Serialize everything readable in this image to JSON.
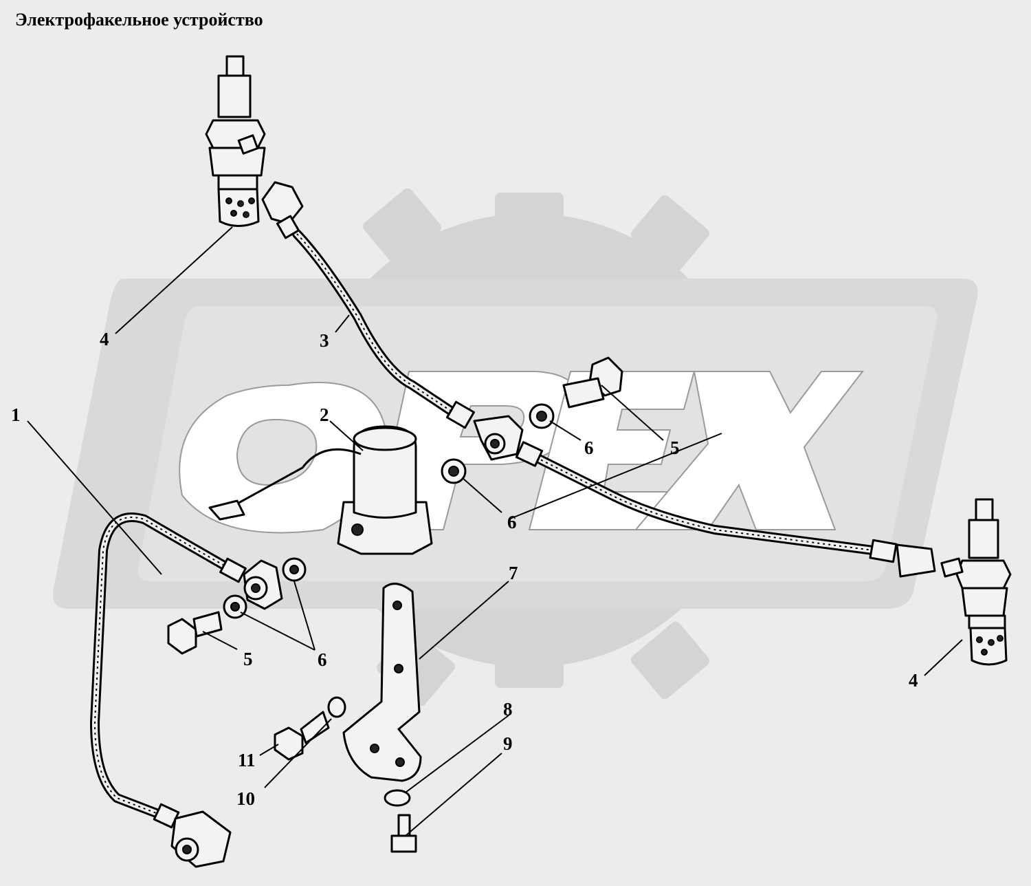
{
  "title": "Электрофакельное устройство",
  "watermark": {
    "logo_text": "OPEX"
  },
  "colors": {
    "background": "#ececec",
    "ink": "#000000",
    "watermark": "#d4d4d4"
  },
  "callouts": [
    {
      "id": "c1",
      "label": "1"
    },
    {
      "id": "c2",
      "label": "2"
    },
    {
      "id": "c3",
      "label": "3"
    },
    {
      "id": "c4a",
      "label": "4"
    },
    {
      "id": "c4b",
      "label": "4"
    },
    {
      "id": "c5a",
      "label": "5"
    },
    {
      "id": "c5b",
      "label": "5"
    },
    {
      "id": "c6a",
      "label": "6"
    },
    {
      "id": "c6b",
      "label": "6"
    },
    {
      "id": "c6c",
      "label": "6"
    },
    {
      "id": "c7",
      "label": "7"
    },
    {
      "id": "c8",
      "label": "8"
    },
    {
      "id": "c9",
      "label": "9"
    },
    {
      "id": "c10",
      "label": "10"
    },
    {
      "id": "c11",
      "label": "11"
    }
  ]
}
